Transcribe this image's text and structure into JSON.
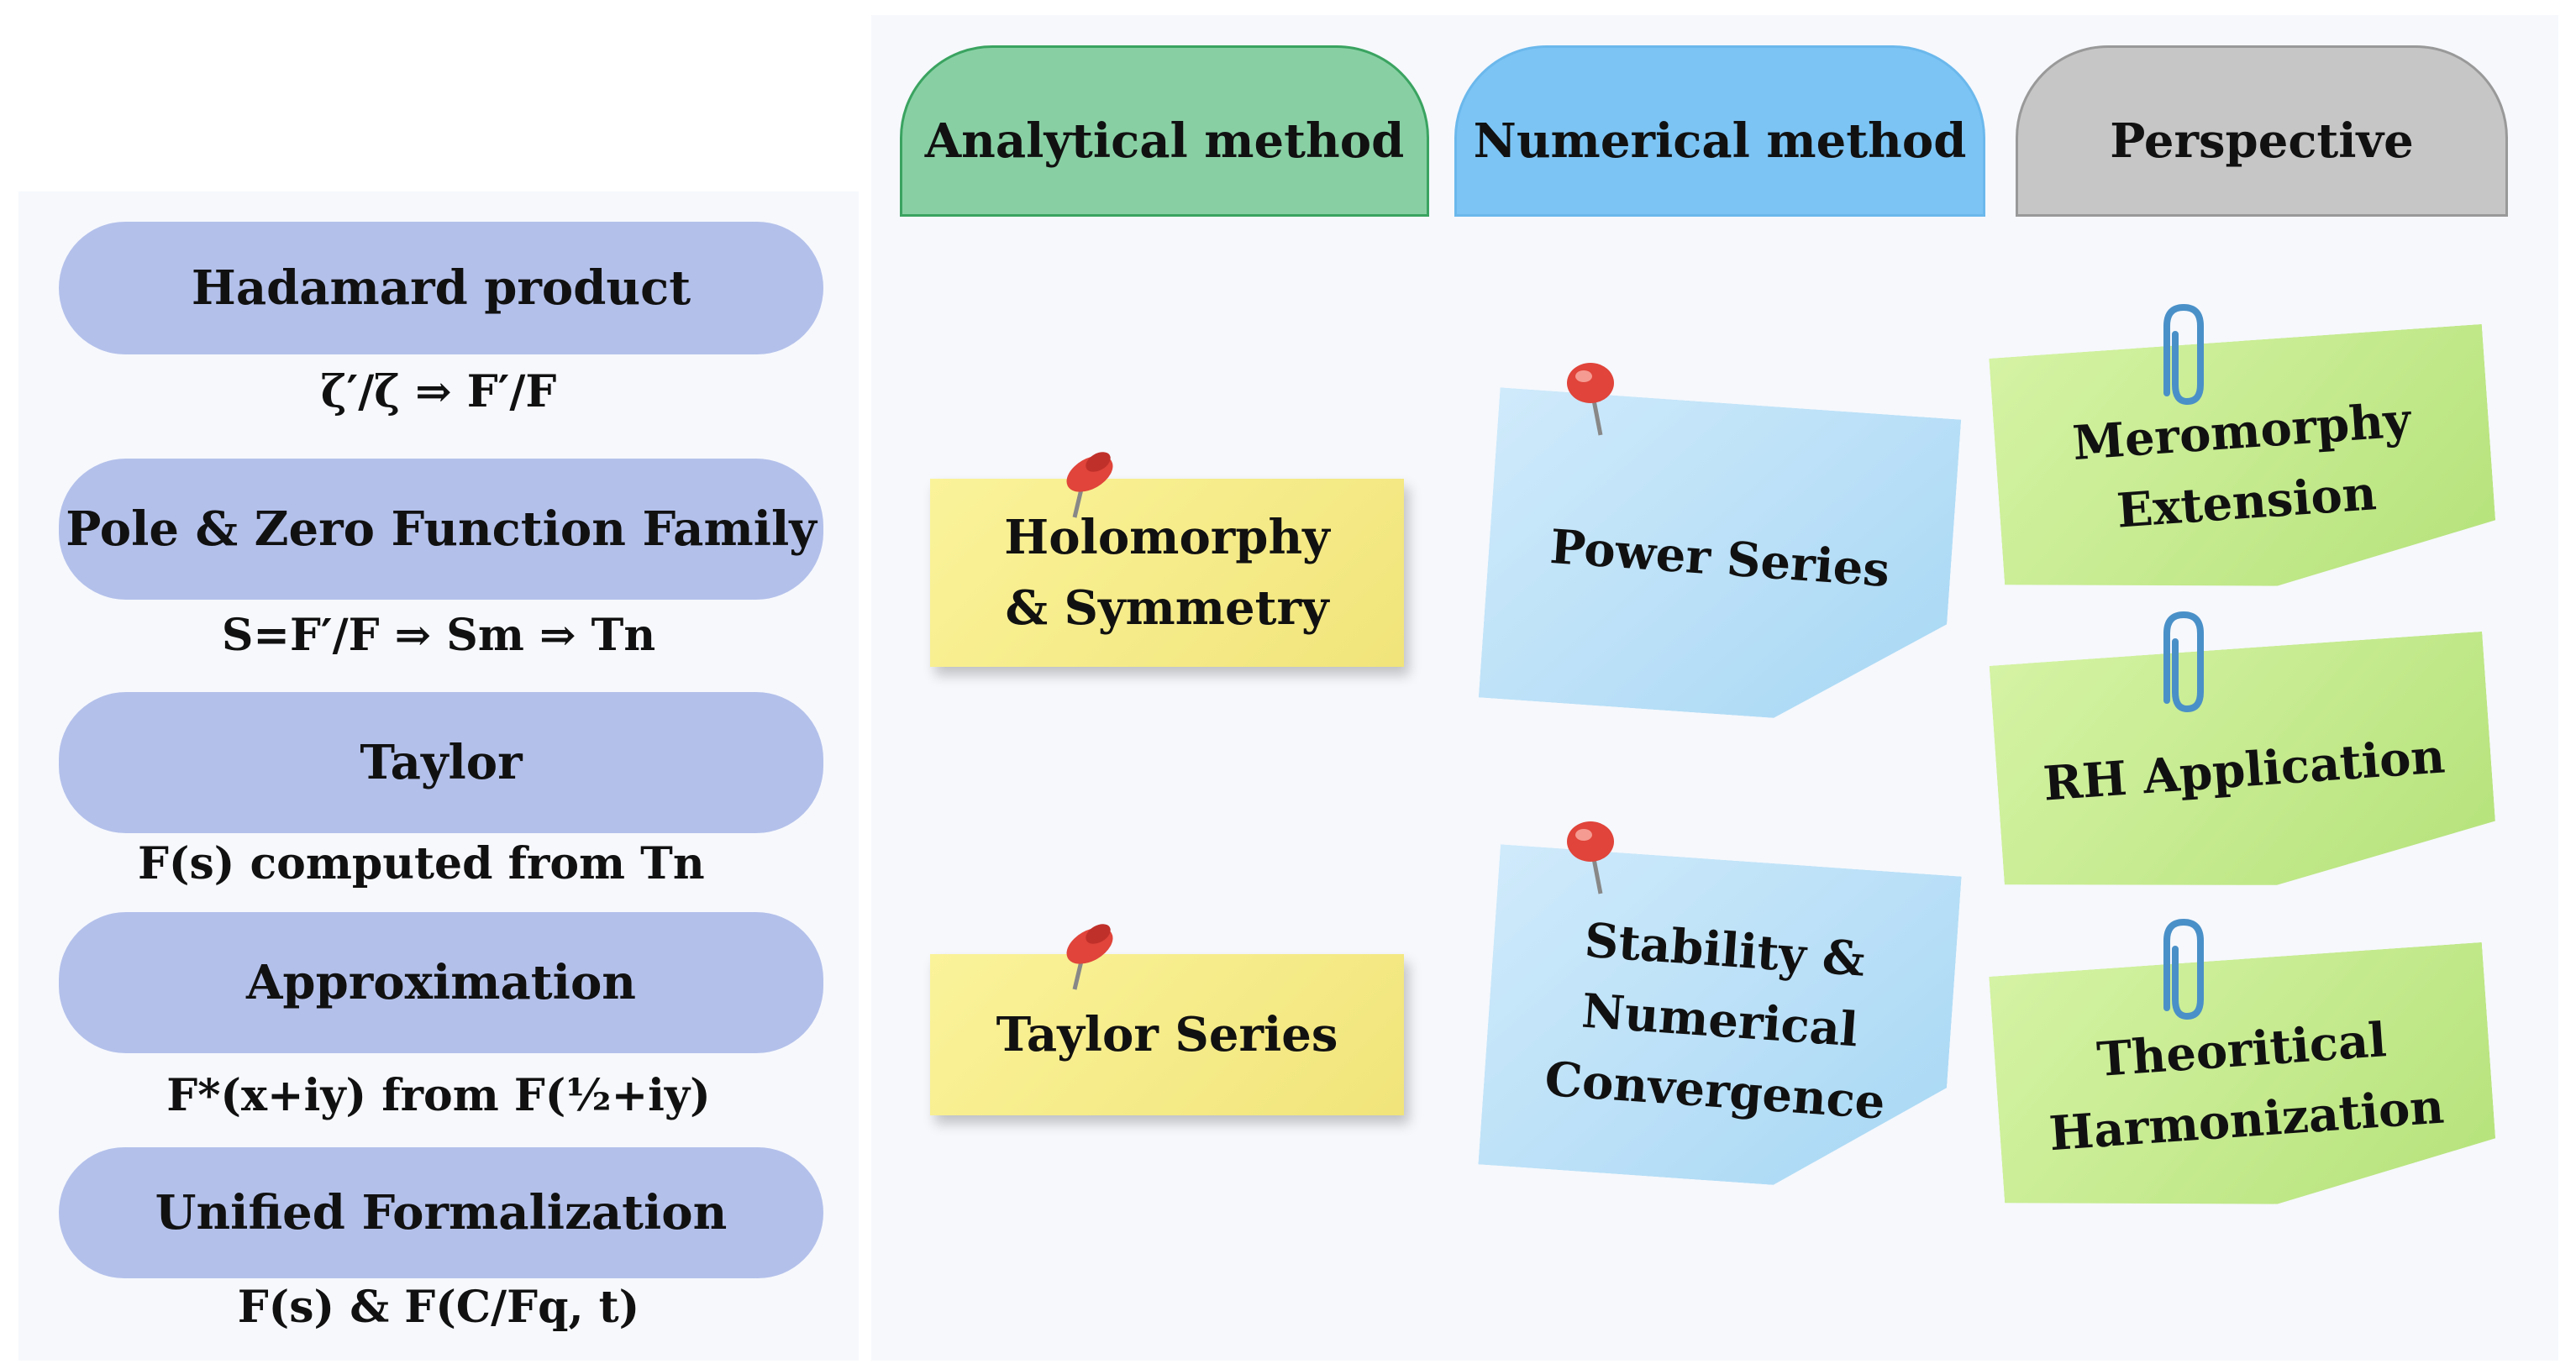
{
  "left_steps": [
    {
      "title": "Hadamard product",
      "formula": "ζ′/ζ  ⇒  F′/F"
    },
    {
      "title": "Pole & Zero Function Family",
      "formula": "S=F′/F ⇒ Sm ⇒ Tn"
    },
    {
      "title": "Taylor",
      "formula": "F(s) computed from Tn"
    },
    {
      "title": "Approximation",
      "formula": "F*(x+iy)  from F(½+iy)"
    },
    {
      "title": "Unified Formalization",
      "formula": "F(s)  &  F(C/Fq, t)"
    }
  ],
  "tabs": {
    "analytical": "Analytical method",
    "numerical": "Numerical method",
    "perspective": "Perspective"
  },
  "notes": {
    "analytical": [
      "Holomorphy\n& Symmetry",
      "Taylor Series"
    ],
    "numerical": [
      "Power Series",
      "Stability &\nNumerical\nConvergence"
    ],
    "perspective": [
      "Meromorphy\nExtension",
      "RH Application",
      "Theoritical\nHarmonization"
    ]
  },
  "colors": {
    "pill": "#b3c0ea",
    "analytical_tab": "#88d0a4",
    "numerical_tab": "#7cc4f4",
    "perspective_tab": "#c6c6c6",
    "note_yellow": "#f6ec8a",
    "note_blue": "#bfe3f8",
    "note_green": "#c8ec90",
    "pin_red": "#e0443a",
    "clip_blue": "#4a90c8"
  },
  "icons": {
    "pin": "push-pin-icon",
    "clip": "paper-clip-icon"
  }
}
